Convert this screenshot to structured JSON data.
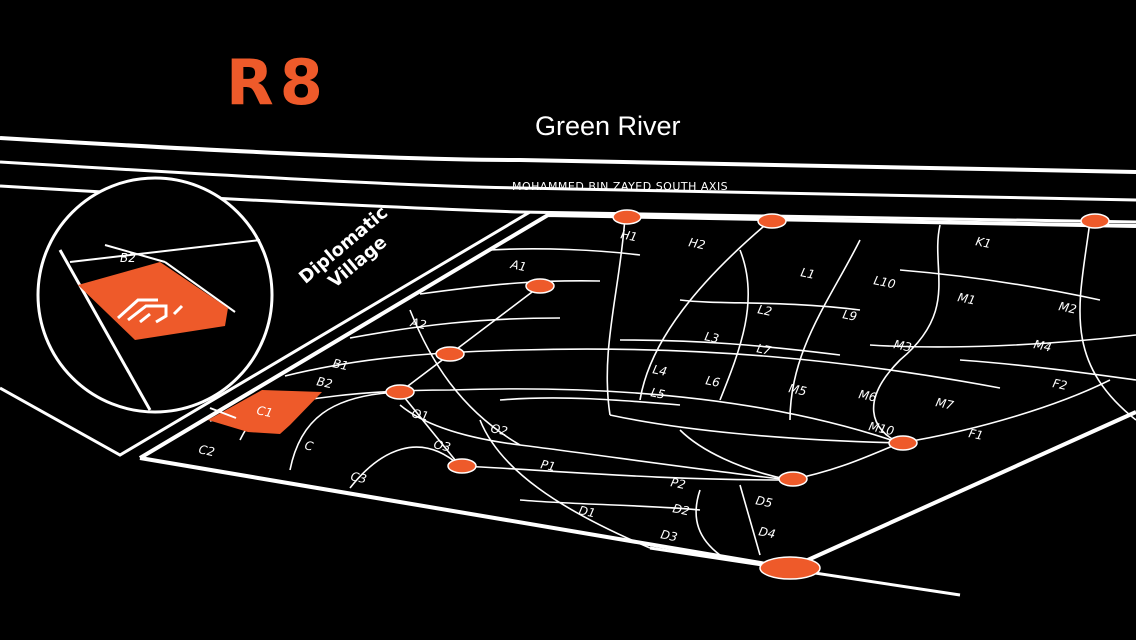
{
  "title": "R8",
  "river_label": "Green River",
  "axis_label": "MOHAMMED BIN ZAYED SOUTH AXIS",
  "village_label": [
    "Diplomatic",
    "Village"
  ],
  "inset_label": "B2",
  "highlight_plot": "C1",
  "colors": {
    "accent": "#ee5a2a",
    "background": "#000000",
    "lines": "#ffffff"
  },
  "icons": {
    "logo": "brand-logo-icon"
  },
  "plots": [
    "H1",
    "H2",
    "K1",
    "A1",
    "L1",
    "L10",
    "M1",
    "M2",
    "L2",
    "L9",
    "A2",
    "L3",
    "L7",
    "M3",
    "M4",
    "B1",
    "L4",
    "L6",
    "M5",
    "M6",
    "M7",
    "F2",
    "B2",
    "L5",
    "O1",
    "O2",
    "M10",
    "F1",
    "C2",
    "C",
    "O3",
    "C3",
    "P1",
    "P2",
    "D5",
    "D1",
    "D2",
    "D3",
    "D4"
  ]
}
